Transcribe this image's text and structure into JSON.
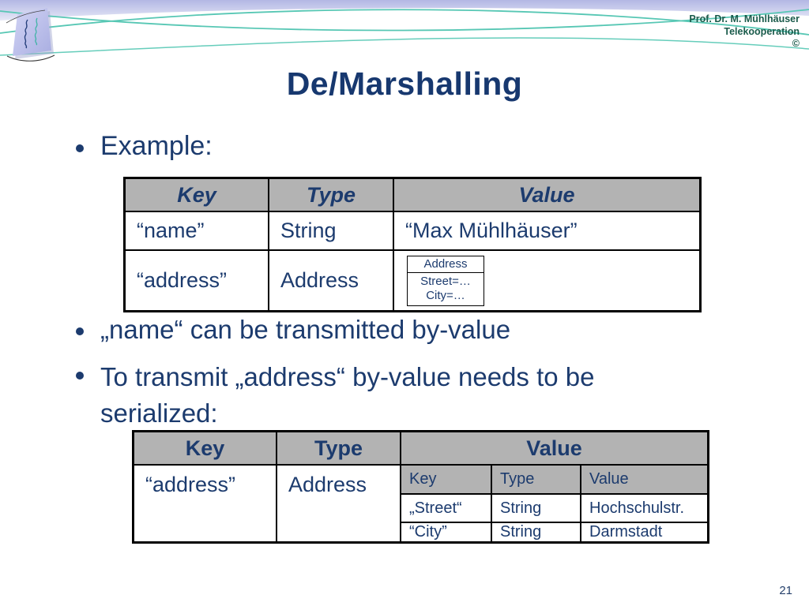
{
  "slide": {
    "title": "De/Marshalling",
    "page_number": "21"
  },
  "header": {
    "author": "Prof. Dr. M. Mühlhäuser",
    "group": "Telekooperation",
    "copyright": "©"
  },
  "bullets": {
    "example": "Example:",
    "name_value": "„name“ can be transmitted by-value",
    "transmit_line1": "To transmit „address“ by-value needs to be",
    "transmit_line2": "serialized:"
  },
  "table1": {
    "headers": [
      "Key",
      "Type",
      "Value"
    ],
    "rows": [
      {
        "key": "“name”",
        "type": "String",
        "value": "“Max Mühlhäuser”"
      },
      {
        "key": "“address”",
        "type": "Address"
      }
    ],
    "address_box": {
      "title": "Address",
      "line1": "Street=…",
      "line2": "City=…"
    }
  },
  "table2": {
    "headers": [
      "Key",
      "Type",
      "Value"
    ],
    "row": {
      "key": "“address”",
      "type": "Address"
    },
    "nested": {
      "headers": [
        "Key",
        "Type",
        "Value"
      ],
      "rows": [
        {
          "key": "„Street“",
          "type": "String",
          "value": "Hochschulstr."
        },
        {
          "key": "“City”",
          "type": "String",
          "value": "Darmstadt"
        }
      ]
    }
  },
  "colors": {
    "text_navy": "#1c3b6e",
    "header_green": "#1a5b4b",
    "table_header_gray": "#b3b3b3",
    "curve_teal": "#57c7b4",
    "band_lavender": "#b3b7e4"
  }
}
